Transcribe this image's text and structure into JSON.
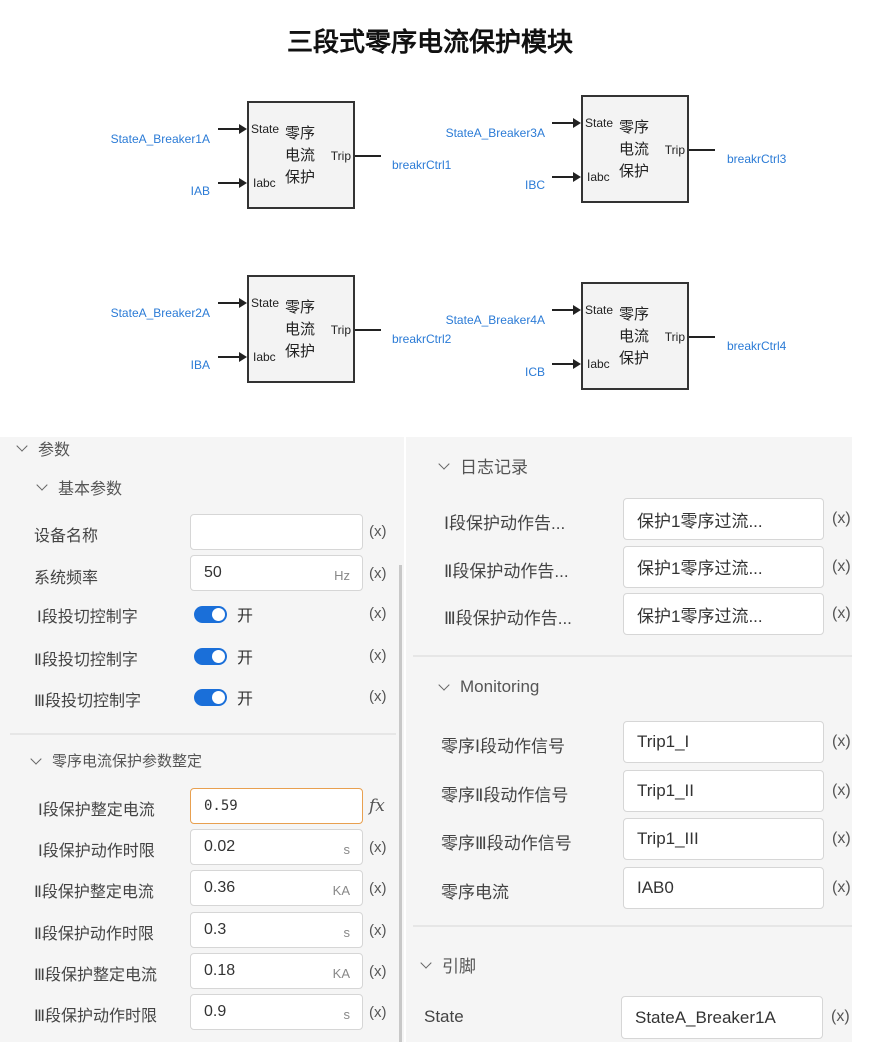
{
  "title": "三段式零序电流保护模块",
  "diagram": {
    "block_name": "零序电流保护",
    "pin_state": "State",
    "pin_iabc": "Iabc",
    "pin_trip": "Trip",
    "blocks": [
      {
        "state_in": "StateA_Breaker1A",
        "iabc_in": "IAB",
        "trip_out": "breakrCtrl1"
      },
      {
        "state_in": "StateA_Breaker3A",
        "iabc_in": "IBC",
        "trip_out": "breakrCtrl3"
      },
      {
        "state_in": "StateA_Breaker2A",
        "iabc_in": "IBA",
        "trip_out": "breakrCtrl2"
      },
      {
        "state_in": "StateA_Breaker4A",
        "iabc_in": "ICB",
        "trip_out": "breakrCtrl4"
      }
    ]
  },
  "left": {
    "params_header": "参数",
    "basic_header": "基本参数",
    "device_name_label": "设备名称",
    "device_name": "",
    "freq_label": "系统频率",
    "freq": "50",
    "freq_unit": "Hz",
    "sw1_label": "Ⅰ段投切控制字",
    "sw2_label": "Ⅱ段投切控制字",
    "sw3_label": "Ⅲ段投切控制字",
    "on_text": "开",
    "setting_header": "零序电流保护参数整定",
    "settings": [
      {
        "label": "Ⅰ段保护整定电流",
        "value": "0.59",
        "unit": ""
      },
      {
        "label": "Ⅰ段保护动作时限",
        "value": "0.02",
        "unit": "s"
      },
      {
        "label": "Ⅱ段保护整定电流",
        "value": "0.36",
        "unit": "KA"
      },
      {
        "label": "Ⅱ段保护动作时限",
        "value": "0.3",
        "unit": "s"
      },
      {
        "label": "Ⅲ段保护整定电流",
        "value": "0.18",
        "unit": "KA"
      },
      {
        "label": "Ⅲ段保护动作时限",
        "value": "0.9",
        "unit": "s"
      }
    ],
    "var_mark": "(x)",
    "fx_mark": "fx"
  },
  "right": {
    "log_header": "日志记录",
    "logs": [
      {
        "label": "Ⅰ段保护动作告...",
        "value": "保护1零序过流..."
      },
      {
        "label": "Ⅱ段保护动作告...",
        "value": "保护1零序过流..."
      },
      {
        "label": "Ⅲ段保护动作告...",
        "value": "保护1零序过流..."
      }
    ],
    "mon_header": "Monitoring",
    "mons": [
      {
        "label": "零序Ⅰ段动作信号",
        "value": "Trip1_I"
      },
      {
        "label": "零序Ⅱ段动作信号",
        "value": "Trip1_II"
      },
      {
        "label": "零序Ⅲ段动作信号",
        "value": "Trip1_III"
      },
      {
        "label": "零序电流",
        "value": "IAB0"
      }
    ],
    "pin_header": "引脚",
    "pins": [
      {
        "label": "State",
        "value": "StateA_Breaker1A"
      }
    ]
  }
}
